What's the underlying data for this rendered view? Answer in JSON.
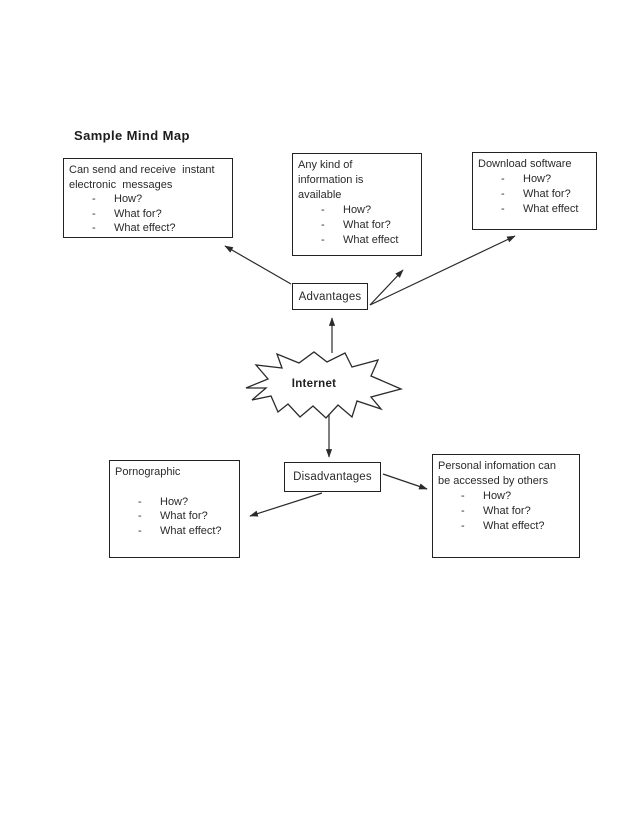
{
  "page": {
    "title": "Sample Mind Map",
    "background_color": "#ffffff",
    "line_color": "#2a2a2a",
    "text_color": "#262626"
  },
  "ui": {
    "bullet": "-"
  },
  "nodes": {
    "internet": {
      "label": "Internet"
    },
    "advantages": {
      "label": "Advantages"
    },
    "disadvantages": {
      "label": "Disadvantages"
    },
    "instant_messages": {
      "lines": [
        "Can send and receive  instant",
        "electronic  messages"
      ],
      "bullets": [
        "How?",
        "What for?",
        "What effect?"
      ]
    },
    "any_information": {
      "lines": [
        "Any kind of",
        "information is",
        "available"
      ],
      "bullets": [
        "How?",
        "What for?",
        "What effect"
      ]
    },
    "download_software": {
      "lines": [
        "Download software"
      ],
      "bullets": [
        "How?",
        "What for?",
        "What effect"
      ]
    },
    "pornographic": {
      "lines": [
        "Pornographic"
      ],
      "bullets": [
        "How?",
        "What for?",
        "What effect?"
      ]
    },
    "personal_information": {
      "lines": [
        "Personal infomation can",
        "be accessed by others"
      ],
      "bullets": [
        "How?",
        "What for?",
        "What effect?"
      ]
    }
  }
}
